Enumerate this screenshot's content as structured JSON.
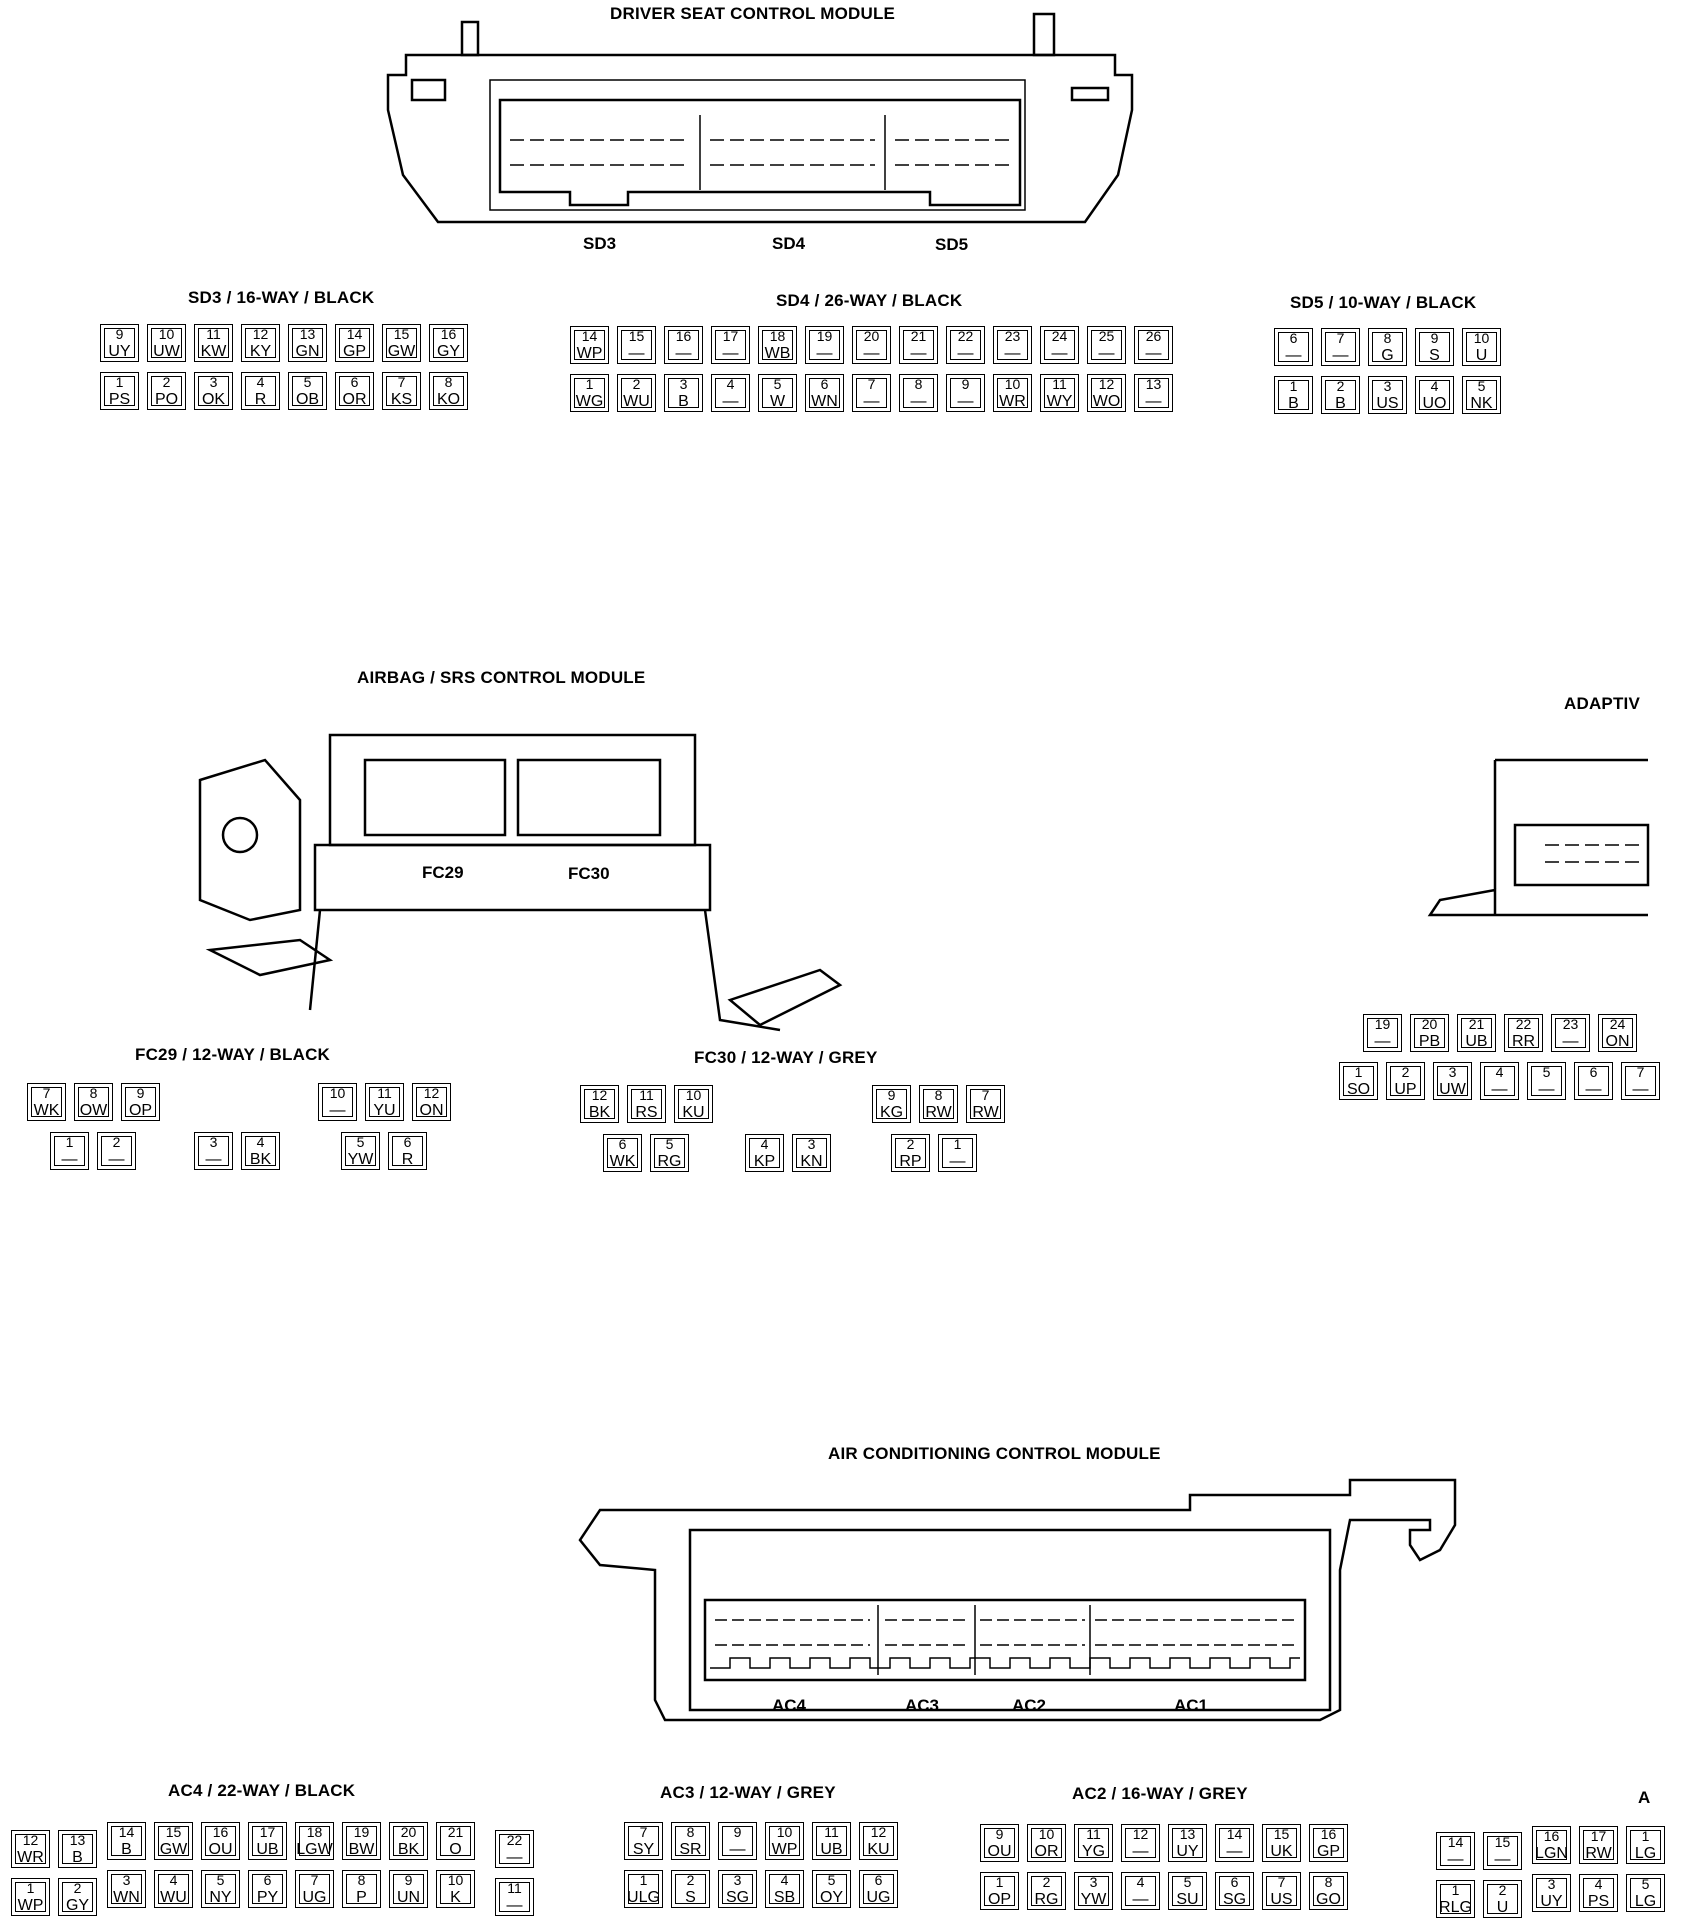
{
  "modules": {
    "seat": {
      "title": "DRIVER SEAT CONTROL MODULE",
      "labels": [
        "SD3",
        "SD4",
        "SD5"
      ]
    },
    "srs": {
      "title": "AIRBAG / SRS CONTROL MODULE",
      "labels": [
        "FC29",
        "FC30"
      ]
    },
    "acc": {
      "title": "ADAPTIV"
    },
    "ac": {
      "title": "AIR CONDITIONING CONTROL MODULE",
      "labels": [
        "AC4",
        "AC3",
        "AC2",
        "AC1"
      ]
    }
  },
  "connectors": {
    "sd3": {
      "title": "SD3 / 16-WAY / BLACK"
    },
    "sd4": {
      "title": "SD4 / 26-WAY / BLACK"
    },
    "sd5": {
      "title": "SD5 / 10-WAY / BLACK"
    },
    "fc29": {
      "title": "FC29 / 12-WAY / BLACK"
    },
    "fc30": {
      "title": "FC30 / 12-WAY / GREY"
    },
    "ac4": {
      "title": "AC4 / 22-WAY / BLACK"
    },
    "ac3": {
      "title": "AC3 / 12-WAY / GREY"
    },
    "ac2": {
      "title": "AC2 / 16-WAY / GREY"
    },
    "ac1": {
      "title": "A"
    }
  },
  "pin_rows": [
    [
      [
        "9",
        "UY"
      ],
      [
        "10",
        "UW"
      ],
      [
        "11",
        "KW"
      ],
      [
        "12",
        "KY"
      ],
      [
        "13",
        "GN"
      ],
      [
        "14",
        "GP"
      ],
      [
        "15",
        "GW"
      ],
      [
        "16",
        "GY"
      ]
    ],
    [
      [
        "1",
        "PS"
      ],
      [
        "2",
        "PO"
      ],
      [
        "3",
        "OK"
      ],
      [
        "4",
        "R"
      ],
      [
        "5",
        "OB"
      ],
      [
        "6",
        "OR"
      ],
      [
        "7",
        "KS"
      ],
      [
        "8",
        "KO"
      ]
    ],
    [
      [
        "14",
        "WP"
      ],
      [
        "15",
        "—"
      ],
      [
        "16",
        "—"
      ],
      [
        "17",
        "—"
      ],
      [
        "18",
        "WB"
      ],
      [
        "19",
        "—"
      ],
      [
        "20",
        "—"
      ],
      [
        "21",
        "—"
      ],
      [
        "22",
        "—"
      ],
      [
        "23",
        "—"
      ],
      [
        "24",
        "—"
      ],
      [
        "25",
        "—"
      ],
      [
        "26",
        "—"
      ]
    ],
    [
      [
        "1",
        "WG"
      ],
      [
        "2",
        "WU"
      ],
      [
        "3",
        "B"
      ],
      [
        "4",
        "—"
      ],
      [
        "5",
        "W"
      ],
      [
        "6",
        "WN"
      ],
      [
        "7",
        "—"
      ],
      [
        "8",
        "—"
      ],
      [
        "9",
        "—"
      ],
      [
        "10",
        "WR"
      ],
      [
        "11",
        "WY"
      ],
      [
        "12",
        "WO"
      ],
      [
        "13",
        "—"
      ]
    ],
    [
      [
        "6",
        "—"
      ],
      [
        "7",
        "—"
      ],
      [
        "8",
        "G"
      ],
      [
        "9",
        "S"
      ],
      [
        "10",
        "U"
      ]
    ],
    [
      [
        "1",
        "B"
      ],
      [
        "2",
        "B"
      ],
      [
        "3",
        "US"
      ],
      [
        "4",
        "UO"
      ],
      [
        "5",
        "NK"
      ]
    ],
    [
      [
        "7",
        "WK"
      ],
      [
        "8",
        "OW"
      ],
      [
        "9",
        "OP"
      ]
    ],
    [
      [
        "10",
        "—"
      ],
      [
        "11",
        "YU"
      ],
      [
        "12",
        "ON"
      ]
    ],
    [
      [
        "1",
        "—"
      ],
      [
        "2",
        "—"
      ]
    ],
    [
      [
        "3",
        "—"
      ],
      [
        "4",
        "BK"
      ]
    ],
    [
      [
        "5",
        "YW"
      ],
      [
        "6",
        "R"
      ]
    ],
    [
      [
        "12",
        "BK"
      ],
      [
        "11",
        "RS"
      ],
      [
        "10",
        "KU"
      ]
    ],
    [
      [
        "9",
        "KG"
      ],
      [
        "8",
        "RW"
      ],
      [
        "7",
        "RW"
      ]
    ],
    [
      [
        "6",
        "WK"
      ],
      [
        "5",
        "RG"
      ]
    ],
    [
      [
        "4",
        "KP"
      ],
      [
        "3",
        "KN"
      ]
    ],
    [
      [
        "2",
        "RP"
      ],
      [
        "1",
        "—"
      ]
    ],
    [
      [
        "19",
        "—"
      ],
      [
        "20",
        "PB"
      ],
      [
        "21",
        "UB"
      ],
      [
        "22",
        "RR"
      ],
      [
        "23",
        "—"
      ],
      [
        "24",
        "ON"
      ],
      [
        "",
        ""
      ]
    ],
    [
      [
        "1",
        "SO"
      ],
      [
        "2",
        "UP"
      ],
      [
        "3",
        "UW"
      ],
      [
        "4",
        "—"
      ],
      [
        "5",
        "—"
      ],
      [
        "6",
        "—"
      ],
      [
        "7",
        "—"
      ]
    ],
    [
      [
        "12",
        "WR"
      ],
      [
        "13",
        "B"
      ]
    ],
    [
      [
        "1",
        "WP"
      ],
      [
        "2",
        "GY"
      ]
    ],
    [
      [
        "14",
        "B"
      ],
      [
        "15",
        "GW"
      ],
      [
        "16",
        "OU"
      ],
      [
        "17",
        "UB"
      ],
      [
        "18",
        "LGW"
      ],
      [
        "19",
        "BW"
      ],
      [
        "20",
        "BK"
      ],
      [
        "21",
        "O"
      ]
    ],
    [
      [
        "3",
        "WN"
      ],
      [
        "4",
        "WU"
      ],
      [
        "5",
        "NY"
      ],
      [
        "6",
        "PY"
      ],
      [
        "7",
        "UG"
      ],
      [
        "8",
        "P"
      ],
      [
        "9",
        "UN"
      ],
      [
        "10",
        "K"
      ]
    ],
    [
      [
        "22",
        "—"
      ]
    ],
    [
      [
        "11",
        "—"
      ]
    ],
    [
      [
        "7",
        "SY"
      ],
      [
        "8",
        "SR"
      ],
      [
        "9",
        "—"
      ],
      [
        "10",
        "WP"
      ],
      [
        "11",
        "UB"
      ],
      [
        "12",
        "KU"
      ]
    ],
    [
      [
        "1",
        "ULG"
      ],
      [
        "2",
        "S"
      ],
      [
        "3",
        "SG"
      ],
      [
        "4",
        "SB"
      ],
      [
        "5",
        "OY"
      ],
      [
        "6",
        "UG"
      ]
    ],
    [
      [
        "9",
        "OU"
      ],
      [
        "10",
        "OR"
      ],
      [
        "11",
        "YG"
      ],
      [
        "12",
        "—"
      ],
      [
        "13",
        "UY"
      ],
      [
        "14",
        "—"
      ],
      [
        "15",
        "UK"
      ],
      [
        "16",
        "GP"
      ]
    ],
    [
      [
        "1",
        "OP"
      ],
      [
        "2",
        "RG"
      ],
      [
        "3",
        "YW"
      ],
      [
        "4",
        "—"
      ],
      [
        "5",
        "SU"
      ],
      [
        "6",
        "SG"
      ],
      [
        "7",
        "US"
      ],
      [
        "8",
        "GO"
      ]
    ],
    [
      [
        "14",
        "—"
      ],
      [
        "15",
        "—"
      ]
    ],
    [
      [
        "1",
        "RLG"
      ],
      [
        "2",
        "U"
      ]
    ],
    [
      [
        "16",
        "LGN"
      ],
      [
        "17",
        "RW"
      ],
      [
        "1",
        "LG"
      ]
    ],
    [
      [
        "3",
        "UY"
      ],
      [
        "4",
        "PS"
      ],
      [
        "5",
        "LG"
      ]
    ]
  ]
}
